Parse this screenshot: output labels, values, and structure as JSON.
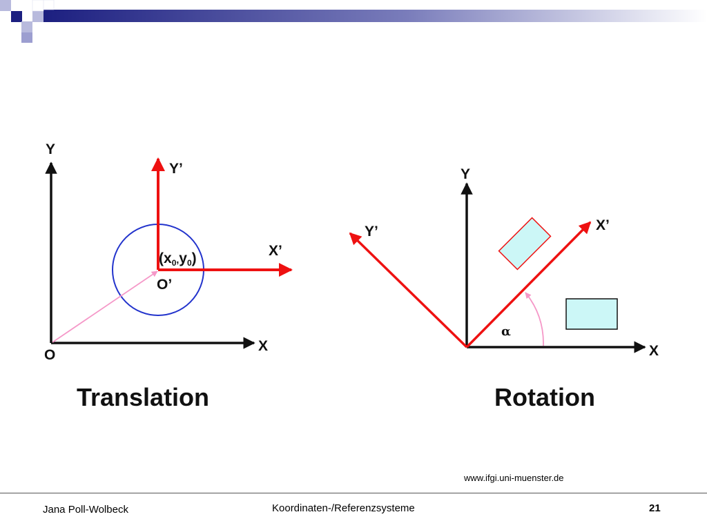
{
  "colors": {
    "axis": "#111111",
    "transformed_axis": "#ee1111",
    "circle": "#2233cc",
    "offset_vector": "#f598c8",
    "rect_fill": "#ccf7f7",
    "rect_stroke_rotated": "#ee1111",
    "rect_stroke_plain": "#111111",
    "header_dark": "#1c1f80",
    "header_light": "#b8badd"
  },
  "translation": {
    "caption": "Translation",
    "y_label": "Y",
    "x_label": "X",
    "origin_label": "O",
    "y_prime_label": "Y’",
    "x_prime_label": "X’",
    "origin_prime_label": "O’",
    "point": {
      "open": "(x",
      "x_sub": "0",
      "comma": ",",
      "y": "y",
      "y_sub": "0",
      "close": ")"
    }
  },
  "rotation": {
    "caption": "Rotation",
    "y_label": "Y",
    "x_label": "X",
    "y_prime_label": "Y’",
    "x_prime_label": "X’",
    "angle_label": "α"
  },
  "footer": {
    "source_url": "www.ifgi.uni-muenster.de",
    "author": "Jana Poll-Wolbeck",
    "title": "Koordinaten-/Referenzsysteme",
    "page_number": "21"
  }
}
